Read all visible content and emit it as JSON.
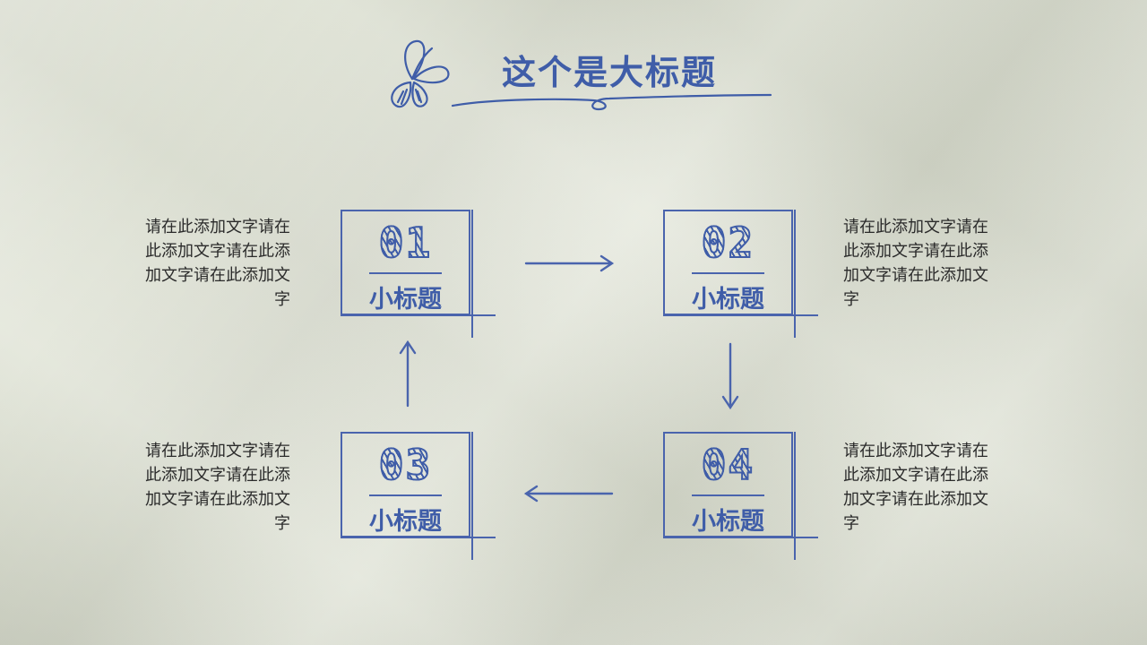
{
  "title": "这个是大标题",
  "accent_color": "#3f5da8",
  "steps": [
    {
      "number": "01",
      "label": "小标题",
      "description": "请在此添加文字请在此添加文字请在此添加文字请在此添加文字"
    },
    {
      "number": "02",
      "label": "小标题",
      "description": "请在此添加文字请在此添加文字请在此添加文字请在此添加文字"
    },
    {
      "number": "03",
      "label": "小标题",
      "description": "请在此添加文字请在此添加文字请在此添加文字请在此添加文字"
    },
    {
      "number": "04",
      "label": "小标题",
      "description": "请在此添加文字请在此添加文字请在此添加文字请在此添加文字"
    }
  ],
  "flow_order": [
    "01",
    "02",
    "04",
    "03",
    "01"
  ]
}
